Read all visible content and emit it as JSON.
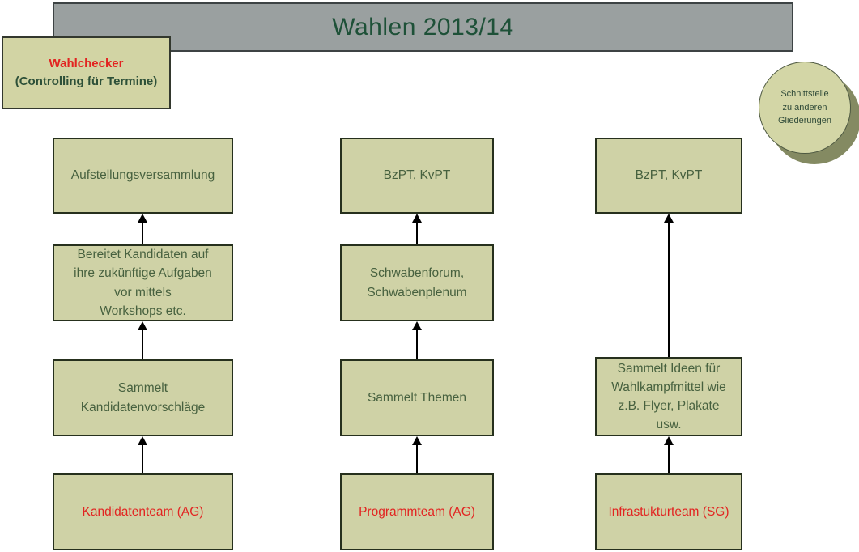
{
  "title": "Wahlen 2013/14",
  "wahlchecker": {
    "line1": "Wahlchecker",
    "line2": "(Controlling für Termine)"
  },
  "interface_circle": {
    "text": "Schnittstelle\nzu anderen\nGliederungen"
  },
  "columns": [
    {
      "boxes": [
        {
          "text": "Aufstellungsversammlung",
          "variant": "normal"
        },
        {
          "text": "Bereitet Kandidaten auf\nihre zukünftige Aufgaben\nvor mittels\nWorkshops etc.",
          "variant": "normal"
        },
        {
          "text": "Sammelt\nKandidatenvorschläge",
          "variant": "normal"
        },
        {
          "text": "Kandidatenteam (AG)",
          "variant": "team"
        }
      ]
    },
    {
      "boxes": [
        {
          "text": "BzPT, KvPT",
          "variant": "normal"
        },
        {
          "text": "Schwabenforum,\nSchwabenplenum",
          "variant": "normal"
        },
        {
          "text": "Sammelt Themen",
          "variant": "normal"
        },
        {
          "text": "Programmteam (AG)",
          "variant": "team"
        }
      ]
    },
    {
      "boxes": [
        {
          "text": "BzPT, KvPT",
          "variant": "normal"
        },
        {
          "text": "Sammelt Ideen für\nWahlkampfmittel wie\nz.B. Flyer, Plakate\nusw.",
          "variant": "normal"
        },
        {
          "text": "Infrastukturteam (SG)",
          "variant": "team"
        }
      ]
    }
  ],
  "palette": {
    "box_fill": "#cfd2a6",
    "box_border": "#26301d",
    "title_bar_fill": "#9aa0a0",
    "title_bar_border": "#3d4344",
    "title_text": "#1e5138",
    "green_text": "#47613f",
    "red_text": "#e22421",
    "circle_shadow": "#848a62",
    "arrow": "#000000"
  }
}
